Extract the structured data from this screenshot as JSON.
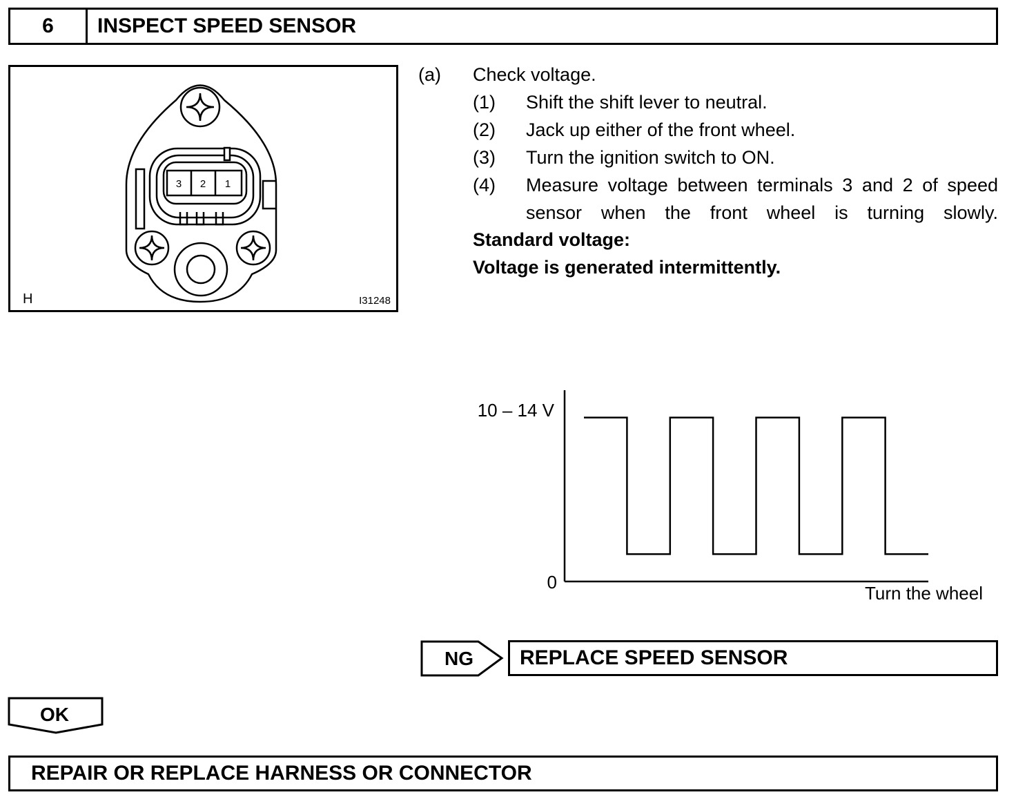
{
  "step": {
    "number": "6",
    "title": "INSPECT SPEED SENSOR"
  },
  "illustration": {
    "terminal_labels": [
      "3",
      "2",
      "1"
    ],
    "corner_letter": "H",
    "figure_code": "I31248"
  },
  "instructions": {
    "a_marker": "(a)",
    "a_text": "Check voltage.",
    "substeps": [
      {
        "num": "(1)",
        "text": "Shift the shift lever to neutral."
      },
      {
        "num": "(2)",
        "text": "Jack up either of the front wheel."
      },
      {
        "num": "(3)",
        "text": "Turn the ignition switch to ON."
      },
      {
        "num": "(4)",
        "text": "Measure voltage between terminals 3 and 2 of speed sensor when the front wheel is turning slowly."
      }
    ],
    "standard_label": "Standard voltage:",
    "standard_value": "Voltage is generated intermittently."
  },
  "chart_data": {
    "type": "line",
    "title": "",
    "xlabel": "Turn the wheel",
    "ylabel": "",
    "ytick_labels": [
      "10 – 14 V",
      "0"
    ],
    "series": [
      {
        "x": [
          0,
          1,
          1,
          2,
          2,
          3,
          3,
          4,
          4,
          5,
          5,
          6,
          6,
          7,
          7,
          8
        ],
        "y": [
          12,
          12,
          2,
          2,
          12,
          12,
          2,
          2,
          12,
          12,
          2,
          2,
          12,
          12,
          2,
          2
        ]
      }
    ],
    "grid": false
  },
  "ng": {
    "tag": "NG",
    "result": "REPLACE SPEED SENSOR"
  },
  "ok": {
    "tag": "OK"
  },
  "final": {
    "text": "REPAIR OR REPLACE HARNESS OR CONNECTOR"
  }
}
